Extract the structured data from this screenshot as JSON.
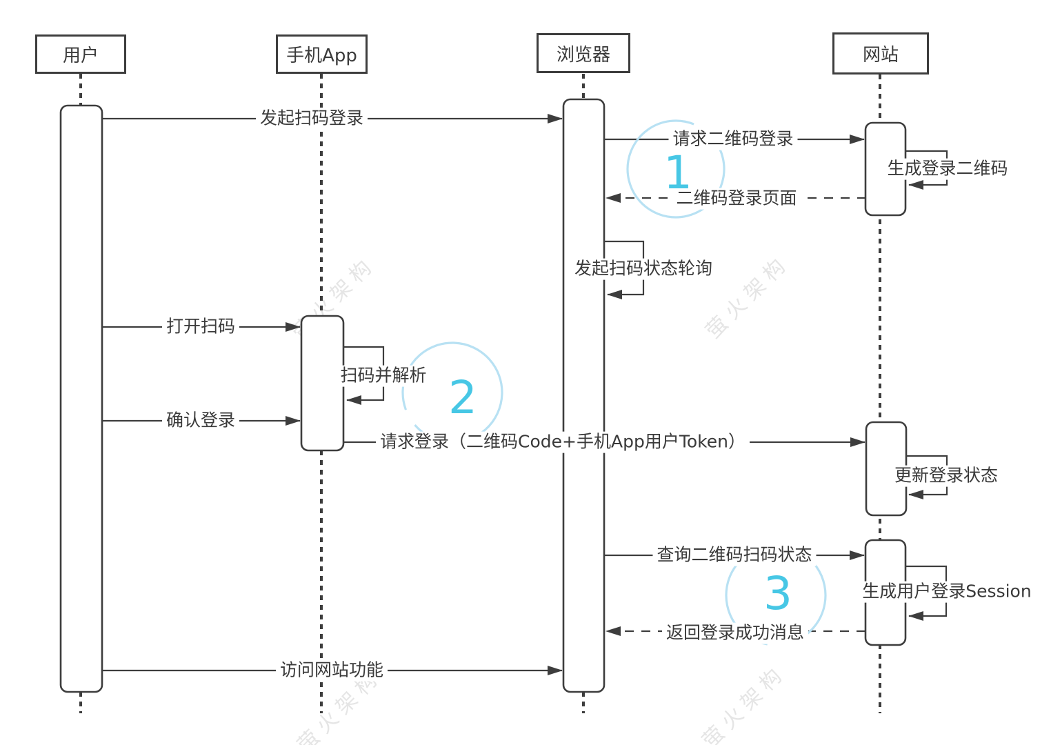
{
  "diagram_type": "sequence-diagram",
  "actors": [
    {
      "id": "user",
      "label": "用户"
    },
    {
      "id": "mobile-app",
      "label": "手机App"
    },
    {
      "id": "browser",
      "label": "浏览器"
    },
    {
      "id": "website",
      "label": "网站"
    }
  ],
  "messages": [
    {
      "label": "发起扫码登录",
      "from": "用户",
      "to": "浏览器",
      "kind": "call",
      "line": "solid"
    },
    {
      "label": "请求二维码登录",
      "from": "浏览器",
      "to": "网站",
      "kind": "call",
      "line": "solid"
    },
    {
      "label": "生成登录二维码",
      "from": "网站",
      "to": "网站",
      "kind": "self",
      "line": "solid"
    },
    {
      "label": "二维码登录页面",
      "from": "网站",
      "to": "浏览器",
      "kind": "return",
      "line": "dashed"
    },
    {
      "label": "发起扫码状态轮询",
      "from": "浏览器",
      "to": "浏览器",
      "kind": "self",
      "line": "solid"
    },
    {
      "label": "打开扫码",
      "from": "用户",
      "to": "手机App",
      "kind": "call",
      "line": "solid"
    },
    {
      "label": "扫码并解析",
      "from": "手机App",
      "to": "手机App",
      "kind": "self",
      "line": "solid"
    },
    {
      "label": "确认登录",
      "from": "用户",
      "to": "手机App",
      "kind": "call",
      "line": "solid"
    },
    {
      "label": "请求登录（二维码Code+手机App用户Token）",
      "from": "手机App",
      "to": "网站",
      "kind": "call",
      "line": "solid"
    },
    {
      "label": "更新登录状态",
      "from": "网站",
      "to": "网站",
      "kind": "self",
      "line": "solid"
    },
    {
      "label": "查询二维码扫码状态",
      "from": "浏览器",
      "to": "网站",
      "kind": "call",
      "line": "solid"
    },
    {
      "label": "生成用户登录Session",
      "from": "网站",
      "to": "网站",
      "kind": "self",
      "line": "solid"
    },
    {
      "label": "返回登录成功消息",
      "from": "网站",
      "to": "浏览器",
      "kind": "return",
      "line": "dashed"
    },
    {
      "label": "访问网站功能",
      "from": "用户",
      "to": "浏览器",
      "kind": "call",
      "line": "solid"
    }
  ],
  "step_badges": [
    {
      "number": "1"
    },
    {
      "number": "2"
    },
    {
      "number": "3"
    }
  ],
  "watermark": {
    "text": "萤火架构"
  },
  "colors": {
    "line": "#3d3d3d",
    "text": "#3a3a3a",
    "badge_circle": "#b8e1f3",
    "badge_number": "#47c7e5",
    "watermark": "#e5e5e5"
  }
}
